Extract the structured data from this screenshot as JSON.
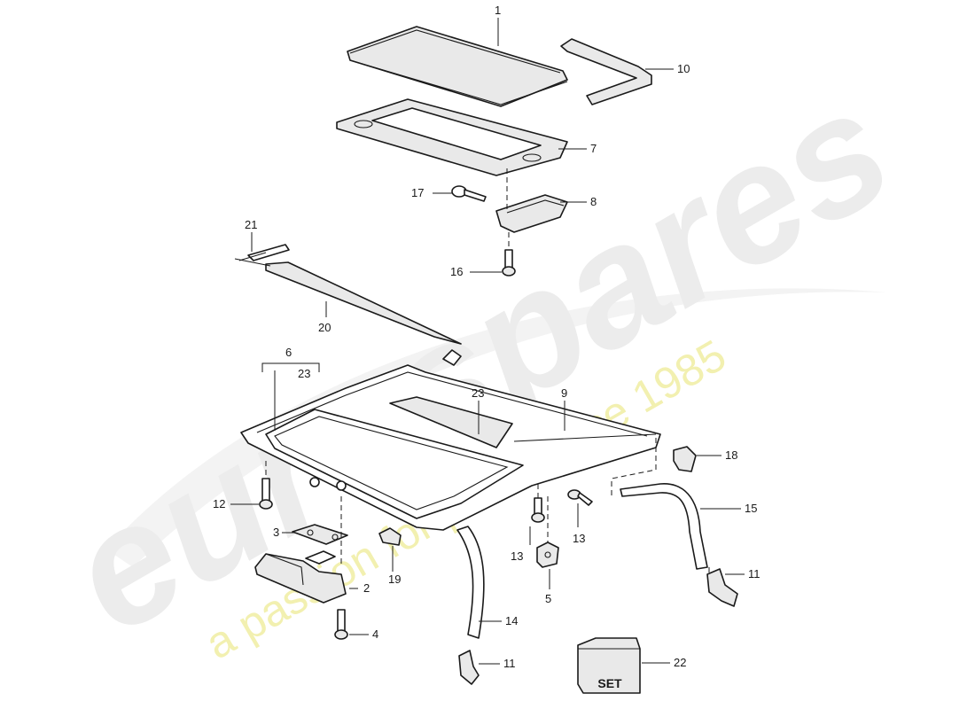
{
  "watermark": {
    "brand": "eurospares",
    "tagline": "a passion for parts since 1985"
  },
  "callouts": {
    "c1": "1",
    "c2": "2",
    "c3": "3",
    "c4": "4",
    "c5": "5",
    "c6": "6",
    "c6_sub": "23",
    "c7": "7",
    "c8": "8",
    "c9": "9",
    "c10": "10",
    "c11a": "11",
    "c11b": "11",
    "c12": "12",
    "c13a": "13",
    "c13b": "13",
    "c14": "14",
    "c15": "15",
    "c16": "16",
    "c17": "17",
    "c18": "18",
    "c19": "19",
    "c20": "20",
    "c21": "21",
    "c22": "22",
    "c23": "23"
  },
  "set_box": {
    "label": "SET"
  }
}
